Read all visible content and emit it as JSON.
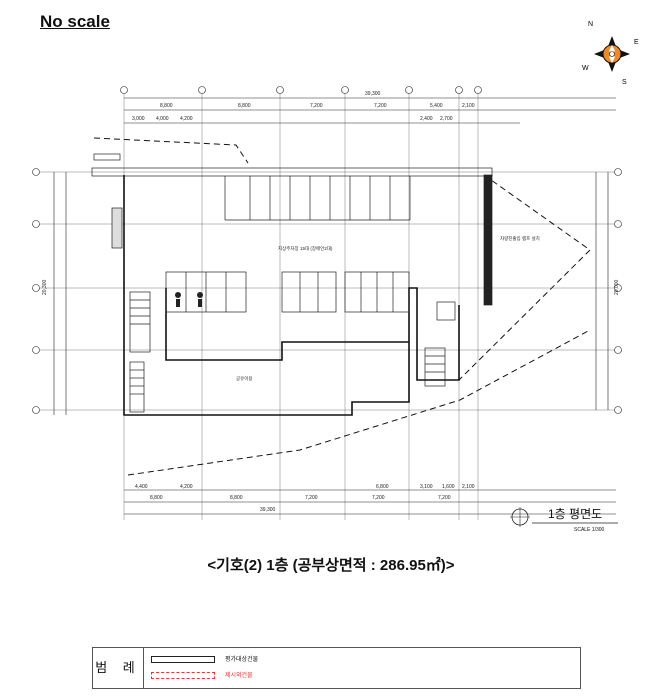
{
  "header": {
    "no_scale": "No scale"
  },
  "compass": {
    "n": "N",
    "e": "E",
    "s": "S",
    "w": "W"
  },
  "dimensions": {
    "top_total": "39,300",
    "top_spans": [
      "8,800",
      "8,800",
      "7,200",
      "7,200",
      "5,400",
      "2,100"
    ],
    "top_sub": [
      "3,000",
      "4,000",
      "4,200"
    ],
    "top_sub_right": [
      "2,400",
      "2,700"
    ],
    "bottom_total": "39,300",
    "bottom_spans": [
      "8,800",
      "8,800",
      "7,200",
      "7,200",
      "7,200"
    ],
    "bottom_sub": [
      "4,400",
      "4,200",
      "6,800",
      "3,100",
      "1,600",
      "2,100"
    ],
    "left_total": "20,300",
    "right_total": "20,000"
  },
  "room_labels": {
    "parking": "지상주차장 15대 (장애인2대)",
    "lobby": "공유이용",
    "ramp": "차량진출입 램프 설치"
  },
  "title_block": {
    "title": "1층 평면도",
    "scale": "SCALE 1/300"
  },
  "caption": "<기호(2) 1층 (공부상면적 : 286.95㎡)>",
  "legend": {
    "title": "범 례",
    "items": [
      {
        "label": "평가대상건물"
      },
      {
        "label": "제시외건물"
      }
    ]
  },
  "colors": {
    "compass_orange": "#f08a24",
    "legend_red": "#e33333"
  }
}
